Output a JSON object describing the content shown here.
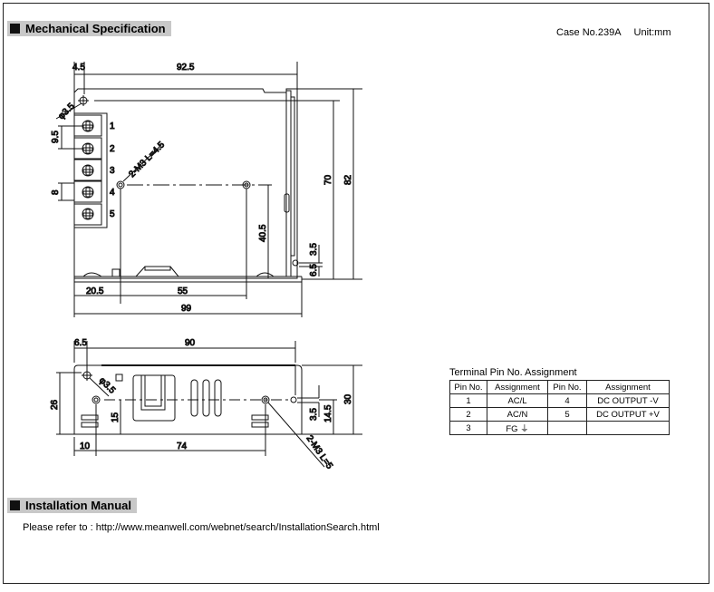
{
  "sections": {
    "mechanical": "Mechanical Specification",
    "installation": "Installation Manual"
  },
  "case": {
    "case_no": "Case No.239A",
    "unit": "Unit:mm"
  },
  "installation_text": "Please refer to : http://www.meanwell.com/webnet/search/InstallationSearch.html",
  "top_view": {
    "d_4_5": "4.5",
    "d_92_5": "92.5",
    "d_phi": "φ3.5",
    "d_9_5": "9.5",
    "d_8": "8",
    "d_m3": "2-M3 L=4.5",
    "d_70": "70",
    "d_82": "82",
    "d_40_5": "40.5",
    "d_3_5": "3.5",
    "d_6_5": "6.5",
    "d_20_5": "20.5",
    "d_55": "55",
    "d_99": "99",
    "pins": [
      "1",
      "2",
      "3",
      "4",
      "5"
    ]
  },
  "side_view": {
    "d_6_5": "6.5",
    "d_90": "90",
    "d_phi": "φ3.5",
    "d_26": "26",
    "d_15": "15",
    "d_3_5": "3.5",
    "d_14_5": "14.5",
    "d_30": "30",
    "d_10": "10",
    "d_74": "74",
    "d_m3": "2-M3 L=5"
  },
  "terminal_table": {
    "title": "Terminal Pin No.  Assignment",
    "headers": [
      "Pin No.",
      "Assignment",
      "Pin No.",
      "Assignment"
    ],
    "rows": [
      [
        "1",
        "AC/L",
        "4",
        "DC OUTPUT -V"
      ],
      [
        "2",
        "AC/N",
        "5",
        "DC OUTPUT +V"
      ],
      [
        "3",
        "FG ⏚",
        "",
        ""
      ]
    ]
  }
}
